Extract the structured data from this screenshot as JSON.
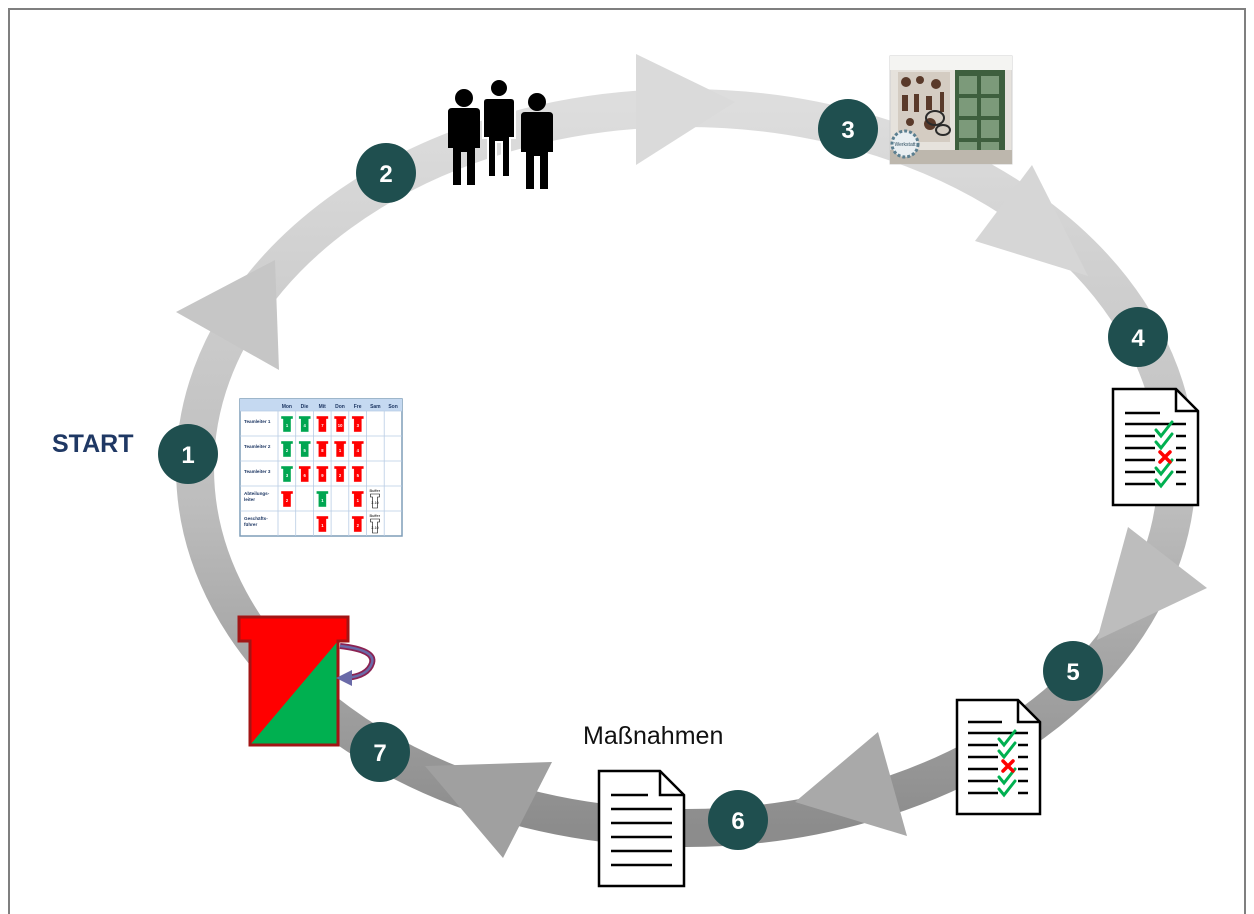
{
  "labels": {
    "start": "START",
    "measures": "Maßnahmen"
  },
  "steps": [
    "1",
    "2",
    "3",
    "4",
    "5",
    "6",
    "7"
  ],
  "board": {
    "days": [
      "Mon",
      "Die",
      "Mit",
      "Don",
      "Fre",
      "Sam",
      "Son"
    ],
    "rows": [
      {
        "name": "Teamleiter 1",
        "cells": [
          {
            "c": "green",
            "t": "1"
          },
          {
            "c": "green",
            "t": "4"
          },
          {
            "c": "red",
            "t": "7"
          },
          {
            "c": "red",
            "t": "10"
          },
          {
            "c": "red",
            "t": "3"
          },
          null,
          null
        ]
      },
      {
        "name": "Teamleiter 2",
        "cells": [
          {
            "c": "green",
            "t": "2"
          },
          {
            "c": "green",
            "t": "5"
          },
          {
            "c": "red",
            "t": "8"
          },
          {
            "c": "red",
            "t": "1"
          },
          {
            "c": "red",
            "t": "4"
          },
          null,
          null
        ]
      },
      {
        "name": "Teamleiter 3",
        "cells": [
          {
            "c": "green",
            "t": "3"
          },
          {
            "c": "red",
            "t": "6"
          },
          {
            "c": "red",
            "t": "9"
          },
          {
            "c": "red",
            "t": "2"
          },
          {
            "c": "red",
            "t": "5"
          },
          null,
          null
        ]
      },
      {
        "name": "Abteilungs-\nleiter",
        "cells": [
          {
            "c": "red",
            "t": "2"
          },
          null,
          {
            "c": "green",
            "t": "1"
          },
          null,
          {
            "c": "red",
            "t": "1"
          },
          {
            "c": "buffer",
            "t": "2-10"
          },
          null
        ]
      },
      {
        "name": "Geschäfts-\nführer",
        "cells": [
          null,
          null,
          {
            "c": "red",
            "t": "1"
          },
          null,
          {
            "c": "red",
            "t": "2"
          },
          {
            "c": "buffer",
            "t": "2-10"
          },
          null
        ]
      }
    ],
    "buffer_label": "Buffer"
  },
  "workshop_sign": "Werkstatt",
  "colors": {
    "badge": "#1f4f4f",
    "start_text": "#1f3864",
    "card_red": "#ff0000",
    "card_green": "#00a651",
    "check": "#00b050",
    "cross": "#ff0000"
  },
  "icons": [
    "people-icon",
    "workshop-photo",
    "checklist-icon",
    "document-icon",
    "flip-card-icon"
  ]
}
